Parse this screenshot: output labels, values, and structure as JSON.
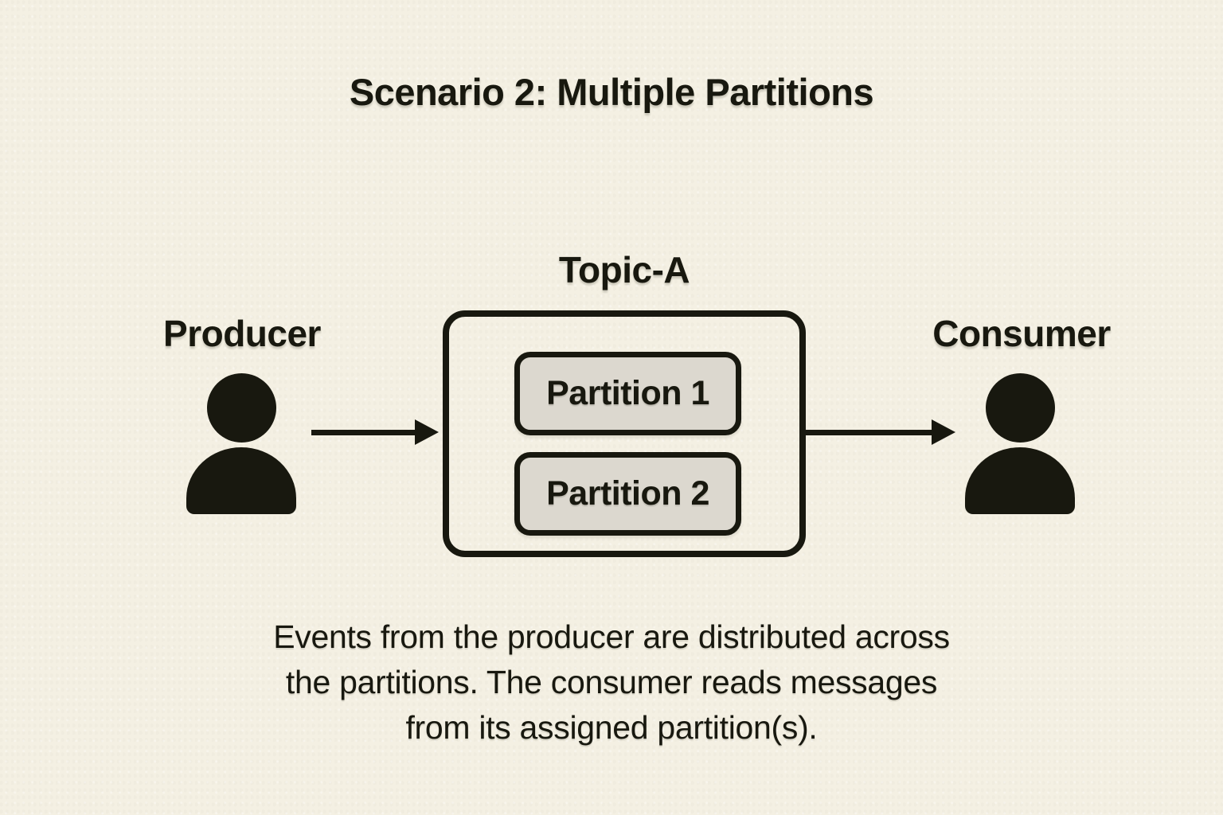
{
  "title": "Scenario 2: Multiple Partitions",
  "diagram": {
    "producer": {
      "label": "Producer"
    },
    "topic": {
      "label": "Topic-A",
      "partitions": [
        {
          "label": "Partition 1"
        },
        {
          "label": "Partition 2"
        }
      ]
    },
    "consumer": {
      "label": "Consumer"
    }
  },
  "caption": {
    "line1": "Events from the producer are distributed across",
    "line2": "the partitions. The consumer reads messages",
    "line3": "from its assigned partition(s)."
  },
  "colors": {
    "background": "#f4f0e3",
    "partition_fill": "#dcd8cf",
    "ink": "#18180f"
  }
}
